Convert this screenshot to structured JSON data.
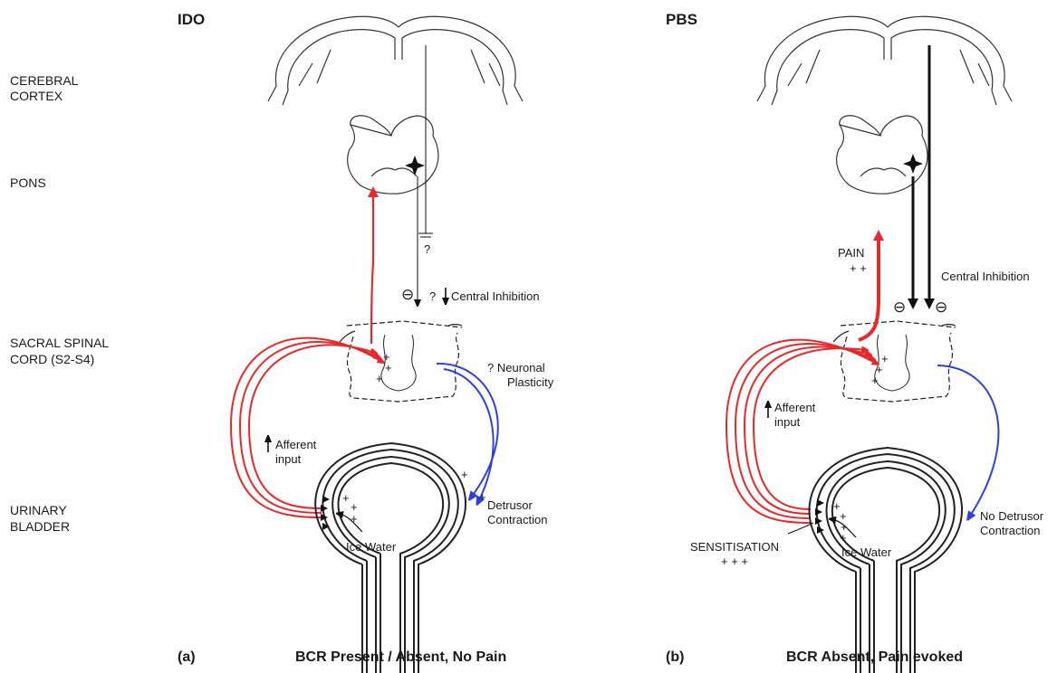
{
  "row_labels": {
    "cortex_1": "CEREBRAL",
    "cortex_2": "CORTEX",
    "pons": "PONS",
    "sacral_1": "SACRAL SPINAL",
    "sacral_2": "CORD (S2-S4)",
    "bladder_1": "URINARY",
    "bladder_2": "BLADDER"
  },
  "panel_a": {
    "title": "IDO",
    "question": "?",
    "inhibition_prefix": "?",
    "inhibition": "Central Inhibition",
    "plasticity_1": "? Neuronal",
    "plasticity_2": "Plasticity",
    "afferent_1": "Afferent",
    "afferent_2": "input",
    "detrusor_1": "Detrusor",
    "detrusor_2": "Contraction",
    "ice_water": "Ice Water",
    "letter": "(a)",
    "caption": "BCR Present / Absent,  No Pain"
  },
  "panel_b": {
    "title": "PBS",
    "pain": "PAIN",
    "pain_plus": "+ +",
    "inhibition": "Central Inhibition",
    "afferent_1": "Afferent",
    "afferent_2": "input",
    "detrusor_1": "No Detrusor",
    "detrusor_2": "Contraction",
    "sensitisation": "SENSITISATION",
    "sensitisation_plus": "+ + +",
    "ice_water": "Ice Water",
    "letter": "(b)",
    "caption": "BCR Absent,  Pain evoked"
  },
  "symbols": {
    "plus": "+",
    "inhibit": "⊖"
  },
  "colors": {
    "afferent": "#e8282a",
    "efferent": "#2f3fe0",
    "outline": "#222222",
    "bladder_fill": "#ffffff"
  }
}
